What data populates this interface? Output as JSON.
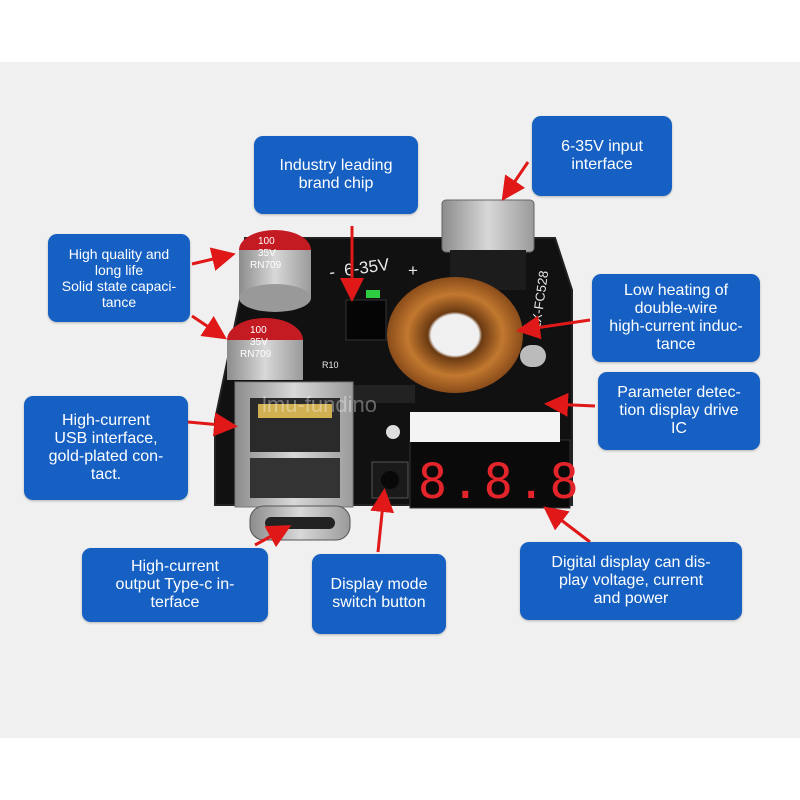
{
  "callouts": {
    "input": "6-35V input\ninterface",
    "chip": "Industry leading\nbrand chip",
    "capacitor": "High quality and\nlong life\nSolid state capaci-\ntance",
    "inductance": "Low heating of\ndouble-wire\nhigh-current induc-\ntance",
    "param_ic": "Parameter detec-\ntion display drive\nIC",
    "usb": "High-current\nUSB interface,\ngold-plated con-\ntact.",
    "typec": "High-current\noutput Type-c in-\nterface",
    "button": "Display mode\nswitch button",
    "display": "Digital display can dis-\nplay voltage, current\nand power"
  },
  "board": {
    "cap_top": [
      "100",
      "35V",
      "RN709"
    ],
    "cap_bottom": [
      "100",
      "35V",
      "RN709"
    ],
    "silk_voltage": "6-35V",
    "silk_minus": "-",
    "silk_plus": "+",
    "silk_model": "LX-FC528",
    "silk_r10": "R10",
    "display_digits": "8.8.8",
    "watermark": "lmu-fundino"
  },
  "colors": {
    "callout_bg": "#1560c2",
    "arrow": "#e01818",
    "pcb": "#111111",
    "display_segment": "#e3242b"
  }
}
